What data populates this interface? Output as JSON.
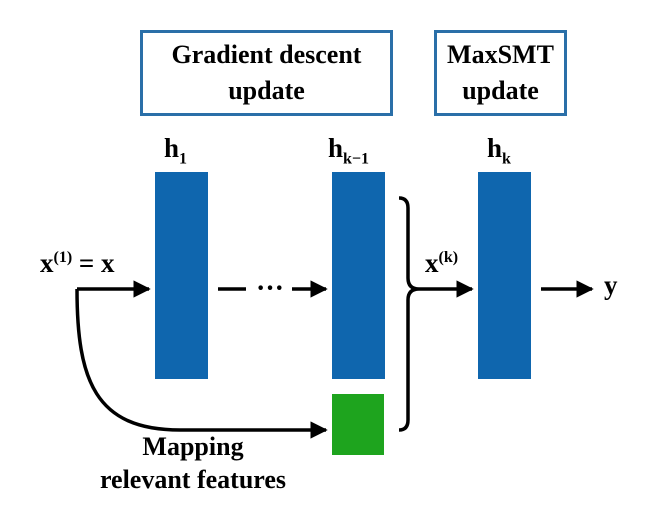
{
  "header": {
    "gradient_box": {
      "line1": "Gradient descent",
      "line2": "update"
    },
    "maxsmt_box": {
      "line1": "MaxSMT",
      "line2": "update"
    }
  },
  "layers": {
    "h1": {
      "base": "h",
      "sub": "1"
    },
    "hk1": {
      "base": "h",
      "sub": "k−1"
    },
    "hk": {
      "base": "h",
      "sub": "k"
    }
  },
  "input": {
    "base": "x",
    "sup": "(1)",
    "rest": " = x"
  },
  "intermediate": {
    "base": "x",
    "sup": "(k)"
  },
  "ellipsis": "···",
  "output": "y",
  "mapping": {
    "line1": "Mapping",
    "line2": "relevant features"
  },
  "colors": {
    "layer": "#0f66ae",
    "box_border": "#2a6fa8",
    "relevant_block": "#1ea41e",
    "line": "#000000"
  }
}
